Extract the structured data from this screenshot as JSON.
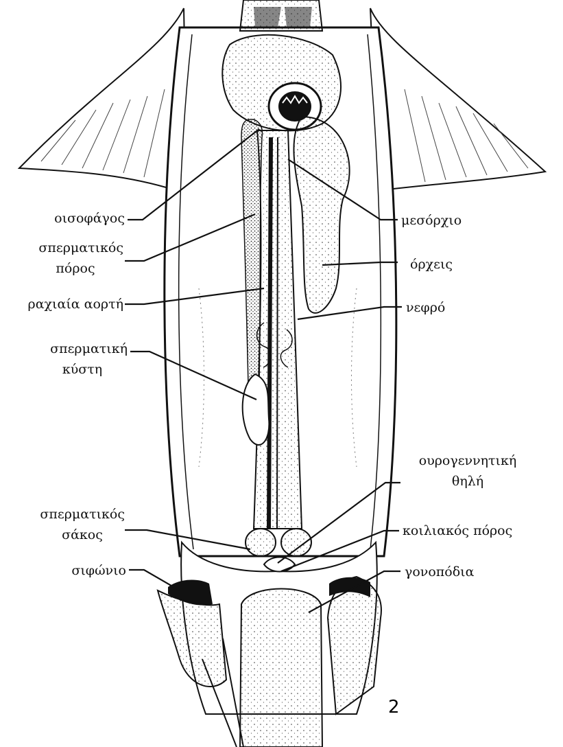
{
  "labels": {
    "left": [
      "οισοφάγος",
      "σπερματικός",
      "πόρος",
      "ραχιαία αορτή",
      "σπερματική",
      "κύστη",
      "σπερματικός",
      "σάκος",
      "σιφώνιο"
    ],
    "right": [
      "μεσόρχιο",
      "όρχεις",
      "νεφρό",
      "ουρογεννητική",
      "θηλή",
      "κοιλιακός πόρος",
      "γονοπόδια"
    ]
  },
  "page_number": "2",
  "colors": {
    "ink": "#111111",
    "paper": "#ffffff"
  }
}
